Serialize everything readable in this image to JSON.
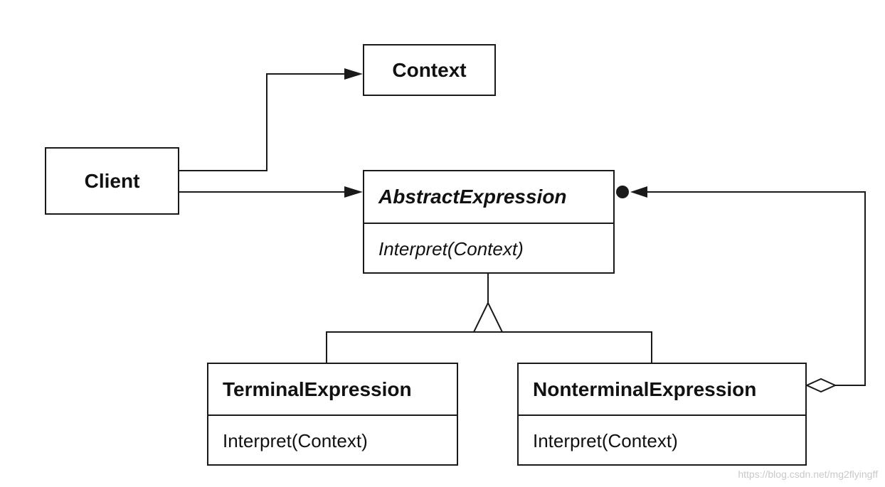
{
  "classes": {
    "context": {
      "name": "Context"
    },
    "client": {
      "name": "Client"
    },
    "abstract_expression": {
      "name": "AbstractExpression",
      "operation": "Interpret(Context)"
    },
    "terminal_expression": {
      "name": "TerminalExpression",
      "operation": "Interpret(Context)"
    },
    "nonterminal_expression": {
      "name": "NonterminalExpression",
      "operation": "Interpret(Context)"
    }
  },
  "watermark": "https://blog.csdn.net/mg2flyingff"
}
